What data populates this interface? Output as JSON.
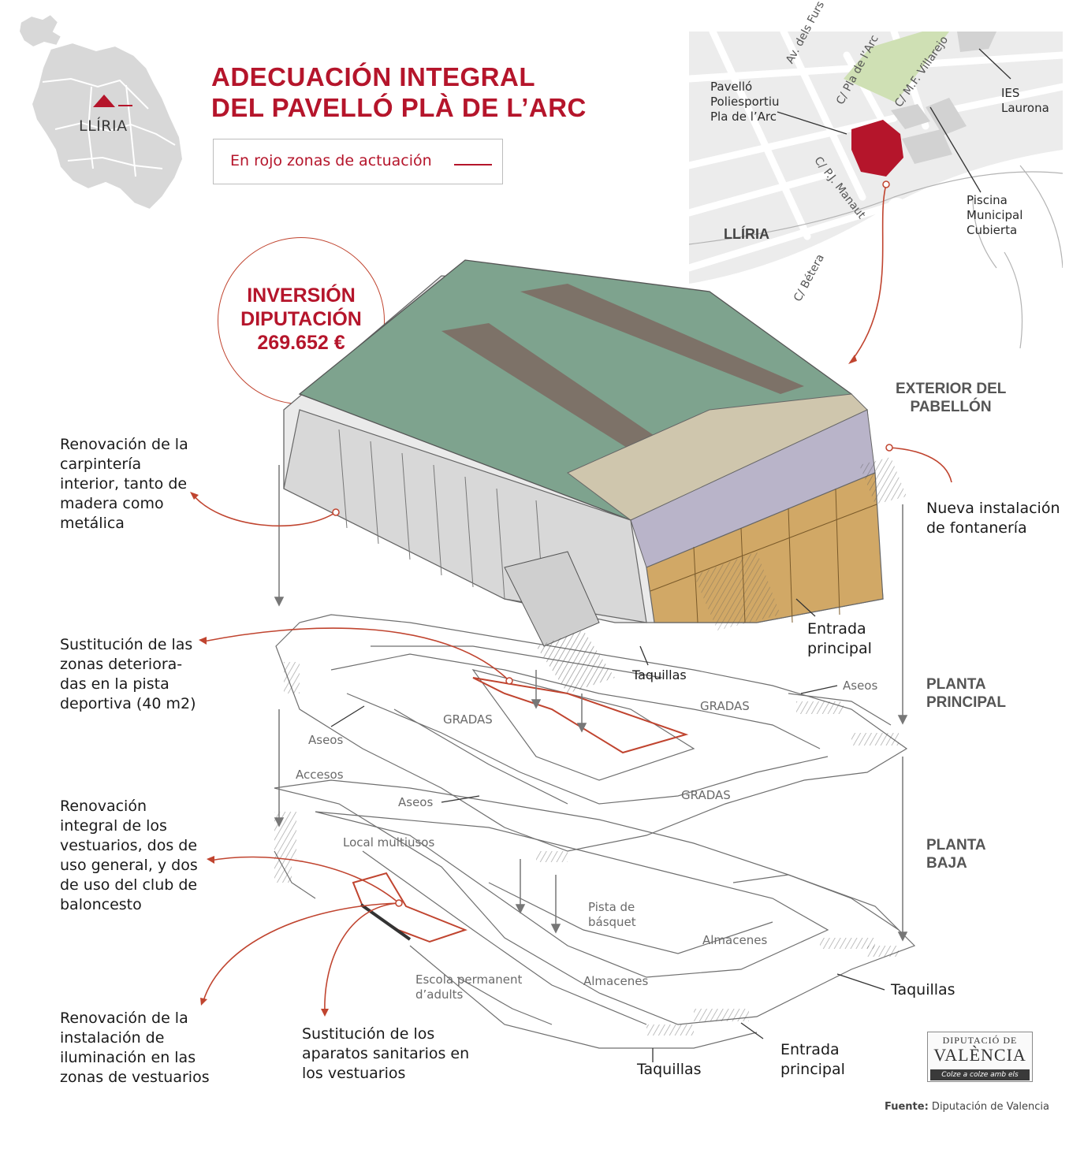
{
  "title": {
    "line1": "ADECUACIÓN INTEGRAL",
    "line2": "DEL PAVELLÓ PLÀ DE L’ARC"
  },
  "legend": {
    "text": "En rojo zonas de actuación"
  },
  "locator": {
    "town": "LLÍRIA"
  },
  "investment": {
    "line1": "INVERSIÓN",
    "line2": "DIPUTACIÓN",
    "amount": "269.652 €"
  },
  "map": {
    "town_label": "LLÍRIA",
    "streets": [
      "Av. dels Furs",
      "C/ Pla de l’Arc",
      "C/ M.F. Villarejo",
      "C/ P.J. Manaut",
      "C/ Bétera"
    ],
    "pavilion": [
      "Pavelló",
      "Poliesportiu",
      "Pla de l’Arc"
    ],
    "school": [
      "IES",
      "Laurona"
    ],
    "pool": [
      "Piscina",
      "Municipal",
      "Cubierta"
    ]
  },
  "sections": {
    "exterior": [
      "EXTERIOR DEL",
      "PABELLÓN"
    ],
    "principal": [
      "PLANTA",
      "PRINCIPAL"
    ],
    "baja": [
      "PLANTA",
      "BAJA"
    ]
  },
  "notes": {
    "carpinteria": [
      "Renovación de la",
      "carpintería",
      "interior, tanto de",
      "madera como",
      "metálica"
    ],
    "pista": [
      "Sustitución de las",
      "zonas deteriora-",
      "das en la pista",
      "deportiva (40 m2)"
    ],
    "vestuarios": [
      "Renovación",
      "integral de los",
      "vestuarios, dos de",
      "uso general, y dos",
      "de uso del club de",
      "baloncesto"
    ],
    "iluminacion": [
      "Renovación de la",
      "instalación de",
      "iluminación en las",
      "zonas de vestuarios"
    ],
    "sanitarios": [
      "Sustitución de los",
      "aparatos sanitarios en",
      "los vestuarios"
    ],
    "fontaneria": [
      "Nueva instalación",
      "de fontanería"
    ]
  },
  "callouts": {
    "entrada_principal_top": [
      "Entrada",
      "principal"
    ],
    "taquillas_top": "Taquillas",
    "taquillas_right": "Taquillas",
    "entrada_principal_bottom": [
      "Entrada",
      "principal"
    ],
    "taquillas_bottom": "Taquillas"
  },
  "plan_labels": {
    "aseos_right": "Aseos",
    "gradas_left": "GRADAS",
    "gradas_right": "GRADAS",
    "gradas_bottom": "GRADAS",
    "aseos_left": "Aseos",
    "accesos": "Accesos",
    "aseos_mid": "Aseos",
    "local": "Local multiusos",
    "pista_basquet": [
      "Pista de",
      "básquet"
    ],
    "almacenes_right": "Almacenes",
    "almacenes_mid": "Almacenes",
    "escola": [
      "Escola permanent",
      "d’adults"
    ]
  },
  "logo": {
    "line1": "DIPUTACIÓ DE",
    "line2": "VALÈNCIA",
    "tagline": "Colze a colze amb els Ajuntaments"
  },
  "source": {
    "label": "Fuente:",
    "text": " Diputación de Valencia"
  },
  "colors": {
    "accent": "#b5152b",
    "callout": "#c0442f",
    "map_bg": "#ececec",
    "region": "#d8d8d8"
  }
}
